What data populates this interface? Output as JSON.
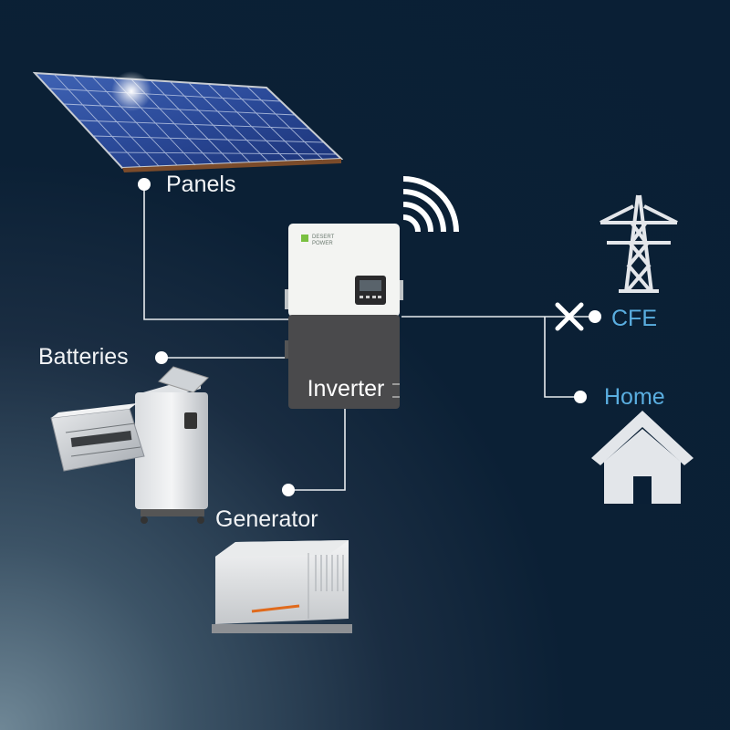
{
  "labels": {
    "panels": "Panels",
    "batteries": "Batteries",
    "inverter": "Inverter",
    "generator": "Generator",
    "cfe": "CFE",
    "home": "Home"
  },
  "inverter_brand": "DESERT\nPOWER",
  "colors": {
    "background": "#0a1f35",
    "wire": "#e8ecef",
    "label_white": "#f2f4f6",
    "label_blue": "#5aaee0",
    "icon_gray": "#e3e6ea"
  },
  "icons": {
    "wifi": "wifi-icon",
    "power_tower": "power-tower-icon",
    "house": "house-icon",
    "disconnect": "x-icon"
  }
}
